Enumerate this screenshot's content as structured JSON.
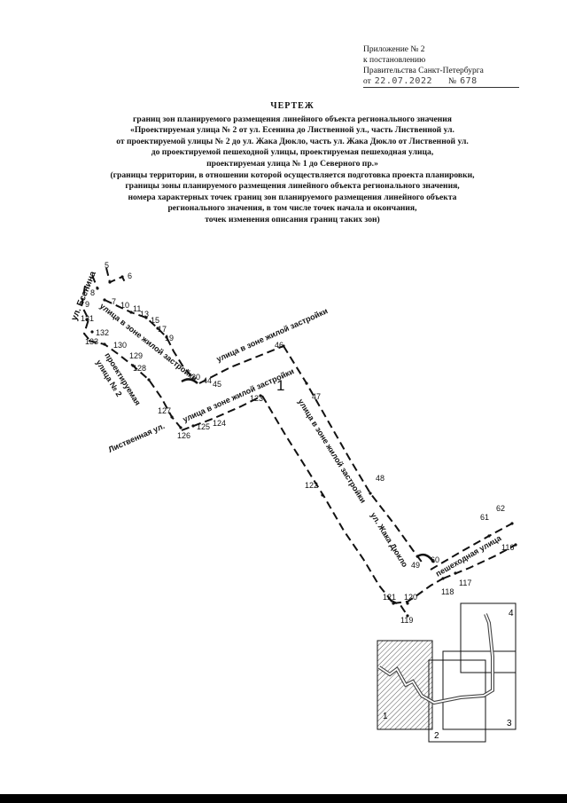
{
  "appendix": {
    "line1": "Приложение № 2",
    "line2": "к постановлению",
    "line3": "Правительства Санкт-Петербурга",
    "date_prefix": "от",
    "date": "22.07.2022",
    "number_prefix": "№",
    "number": "678"
  },
  "title": {
    "heading": "ЧЕРТЕЖ",
    "lines": [
      "границ зон планируемого размещения линейного объекта регионального значения",
      "«Проектируемая улица № 2 от ул. Есенина до Лиственной ул., часть Лиственной ул.",
      "от проектируемой улицы № 2 до ул. Жака Дюкло, часть ул. Жака Дюкло от Лиственной ул.",
      "до проектируемой пешеходной улицы, проектируемая пешеходная улица,",
      "проектируемая улица № 1 до Северного пр.»"
    ],
    "sub_lines": [
      "(границы территории, в отношении которой осуществляется подготовка проекта планировки,",
      "границы зоны планируемого размещения линейного объекта регионального значения,",
      "номера характерных точек границ зон планируемого размещения линейного объекта",
      "регионального значения, в том числе точек начала и окончания,",
      "точек изменения описания границ таких зон)"
    ]
  },
  "map": {
    "streets": {
      "esenina": "ул. Есенина",
      "zone_street_a": "улица в зоне жилой застройки",
      "projected_2a": "проектируемая",
      "projected_2b": "улица № 2",
      "zone_street_b": "улица в зоне жилой застройки",
      "zone_street_c": "улица в зоне жилой застройки",
      "listvennaya": "Лиственная ул.",
      "zone_street_d": "улица в зоне жилой застройки",
      "duclos": "ул. Жака Дюкло",
      "pedestrian": "пешеходная улица"
    },
    "zone_number": "1",
    "points": {
      "p5": "5",
      "p6": "6",
      "p7": "7",
      "p8": "8",
      "p9": "9",
      "p10": "10",
      "p11": "11",
      "p13": "13",
      "p15": "15",
      "p17": "17",
      "p19": "19",
      "p131": "131",
      "p132": "132",
      "p133": "133",
      "p130": "130",
      "p129": "129",
      "p128": "128",
      "p127": "127",
      "p126": "126",
      "p125": "125",
      "p124": "124",
      "p123": "123",
      "p122": "122",
      "p121": "121",
      "p120": "120",
      "p119": "119",
      "p118": "118",
      "p117": "117",
      "p116": "116",
      "p120b": "20",
      "p44": "44",
      "p45": "45",
      "p46": "46",
      "p47": "47",
      "p48": "48",
      "p49": "49",
      "p60": "60",
      "p61": "61",
      "p62": "62"
    },
    "index_map": {
      "sheet1": "1",
      "sheet2": "2",
      "sheet3": "3",
      "sheet4": "4"
    }
  }
}
